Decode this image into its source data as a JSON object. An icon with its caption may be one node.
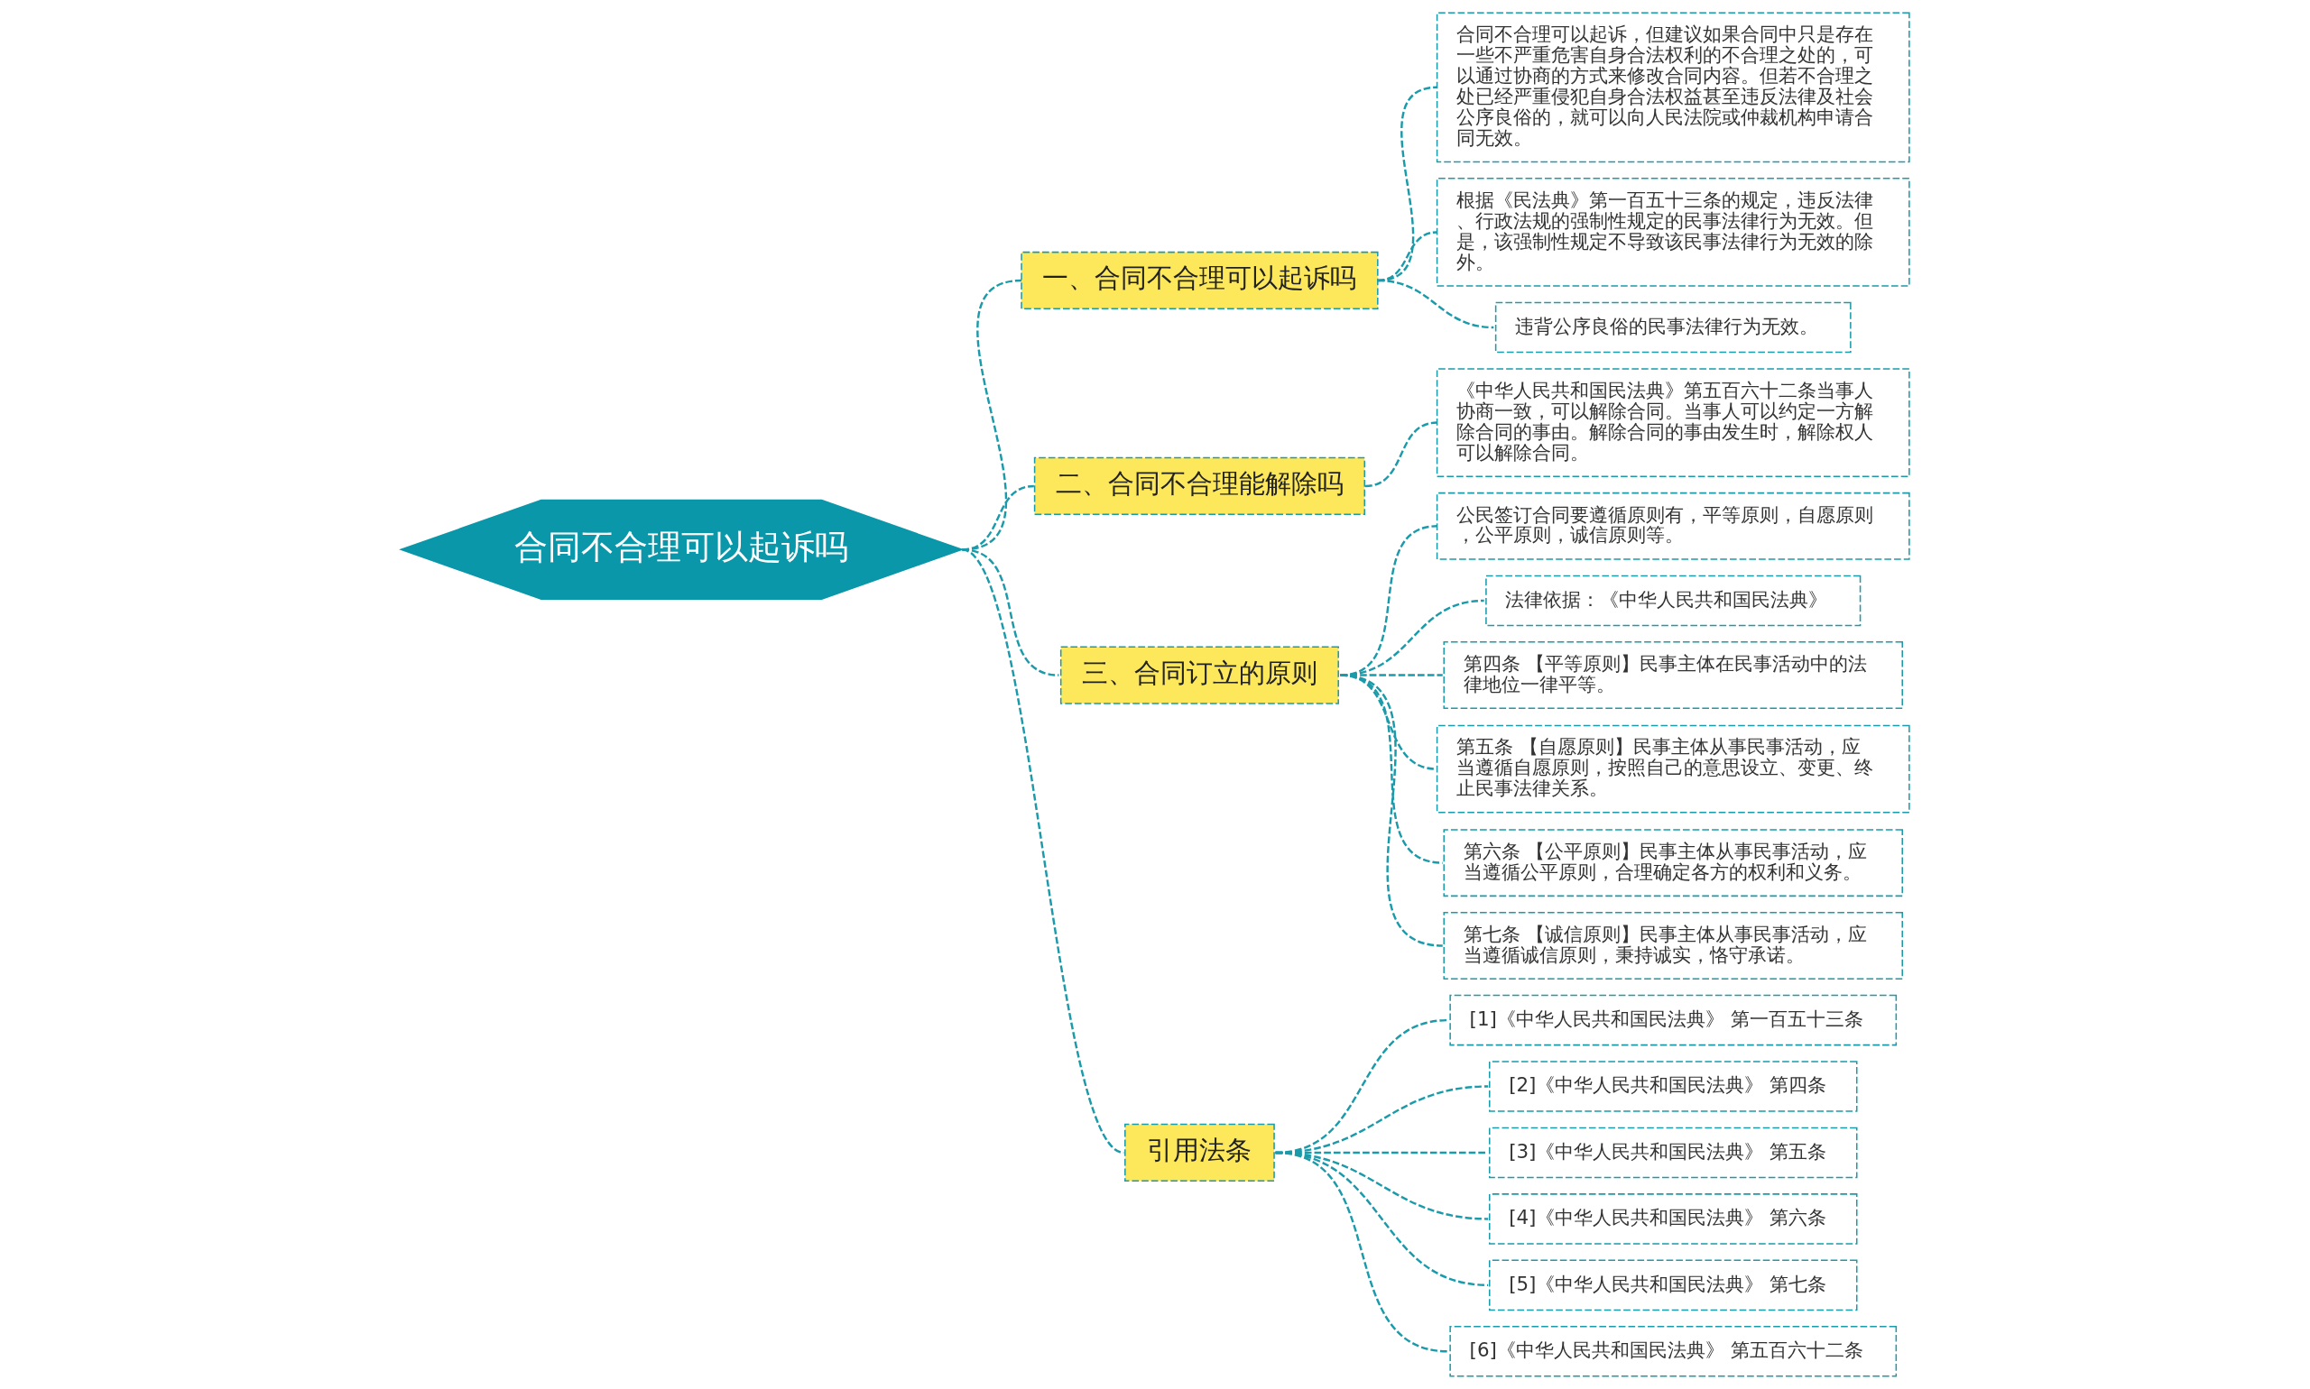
{
  "diagram": {
    "nodes": [
      {
        "text": [
          "合同不合理可以起诉吗"
        ]
      },
      {
        "text": [
          "一、合同不合理可以起诉吗"
        ]
      },
      {
        "text": [
          "合同不合理可以起诉，但建议如果合同中只是存在一些不严重危害自身合法权利的不合理之处的，可以通过协商的方式来修改合同内容。但若不合理之处已经严重侵犯自身合法权益甚至违反法律及社会公序良俗的，就可以向人民法院或仲裁机构申请合同无效。"
        ]
      },
      {
        "text": [
          "根据《民法典》第一百五十三条的规定，违反法律、行政法规的强制性规定的民事法律行为无效。但是，该强制性规定不导致该民事法律行为无效的除外。"
        ]
      },
      {
        "text": [
          "违背公序良俗的民事法律行为无效。"
        ]
      },
      {
        "text": [
          "二、合同不合理能解除吗"
        ]
      },
      {
        "text": [
          "《中华人民共和国民法典》第五百六十二条当事人协商一致，可以解除合同。当事人可以约定一方解除合同的事由。解除合同的事由发生时，解除权人可以解除合同。"
        ]
      },
      {
        "text": [
          "三、合同订立的原则"
        ]
      },
      {
        "text": [
          "公民签订合同要遵循原则有，平等原则，自愿原则，公平原则，诚信原则等。"
        ]
      },
      {
        "text": [
          "法律依据：《中华人民共和国民法典》"
        ]
      },
      {
        "text": [
          "第四条 【平等原则】民事主体在民事活动中的法律地位一律平等。"
        ]
      },
      {
        "text": [
          "第五条 【自愿原则】民事主体从事民事活动，应当遵循自愿原则，按照自己的意思设立、变更、终止民事法律关系。"
        ]
      },
      {
        "text": [
          "第六条 【公平原则】民事主体从事民事活动，应当遵循公平原则，合理确定各方的权利和义务。"
        ]
      },
      {
        "text": [
          "第七条 【诚信原则】民事主体从事民事活动，应当遵循诚信原则，秉持诚实，恪守承诺。"
        ]
      },
      {
        "text": [
          "引用法条"
        ]
      },
      {
        "text": [
          "[1]《中华人民共和国民法典》 第一百五十三条"
        ]
      },
      {
        "text": [
          "[2]《中华人民共和国民法典》 第四条"
        ]
      },
      {
        "text": [
          "[3]《中华人民共和国民法典》 第五条"
        ]
      },
      {
        "text": [
          "[4]《中华人民共和国民法典》 第六条"
        ]
      },
      {
        "text": [
          "[5]《中华人民共和国民法典》 第七条"
        ]
      },
      {
        "text": [
          "[6]《中华人民共和国民法典》 第五百六十二条"
        ]
      }
    ],
    "edges": [
      {
        "from": 0,
        "to": 1,
        "arrow": "none",
        "style": "dashed"
      },
      {
        "from": 1,
        "to": 2,
        "arrow": "none",
        "style": "dashed"
      },
      {
        "from": 1,
        "to": 3,
        "arrow": "none",
        "style": "dashed"
      },
      {
        "from": 1,
        "to": 4,
        "arrow": "none",
        "style": "dashed"
      },
      {
        "from": 0,
        "to": 5,
        "arrow": "none",
        "style": "dashed"
      },
      {
        "from": 5,
        "to": 6,
        "arrow": "none",
        "style": "dashed"
      },
      {
        "from": 0,
        "to": 7,
        "arrow": "none",
        "style": "dashed"
      },
      {
        "from": 7,
        "to": 8,
        "arrow": "none",
        "style": "dashed"
      },
      {
        "from": 7,
        "to": 9,
        "arrow": "none",
        "style": "dashed"
      },
      {
        "from": 7,
        "to": 10,
        "arrow": "none",
        "style": "dashed"
      },
      {
        "from": 7,
        "to": 11,
        "arrow": "none",
        "style": "dashed"
      },
      {
        "from": 7,
        "to": 12,
        "arrow": "none",
        "style": "dashed"
      },
      {
        "from": 7,
        "to": 13,
        "arrow": "none",
        "style": "dashed"
      },
      {
        "from": 0,
        "to": 14,
        "arrow": "none",
        "style": "dashed"
      },
      {
        "from": 14,
        "to": 15,
        "arrow": "none",
        "style": "dashed"
      },
      {
        "from": 14,
        "to": 16,
        "arrow": "none",
        "style": "dashed"
      },
      {
        "from": 14,
        "to": 17,
        "arrow": "none",
        "style": "dashed"
      },
      {
        "from": 14,
        "to": 18,
        "arrow": "none",
        "style": "dashed"
      },
      {
        "from": 14,
        "to": 19,
        "arrow": "none",
        "style": "dashed"
      },
      {
        "from": 14,
        "to": 20,
        "arrow": "none",
        "style": "dashed"
      }
    ]
  }
}
